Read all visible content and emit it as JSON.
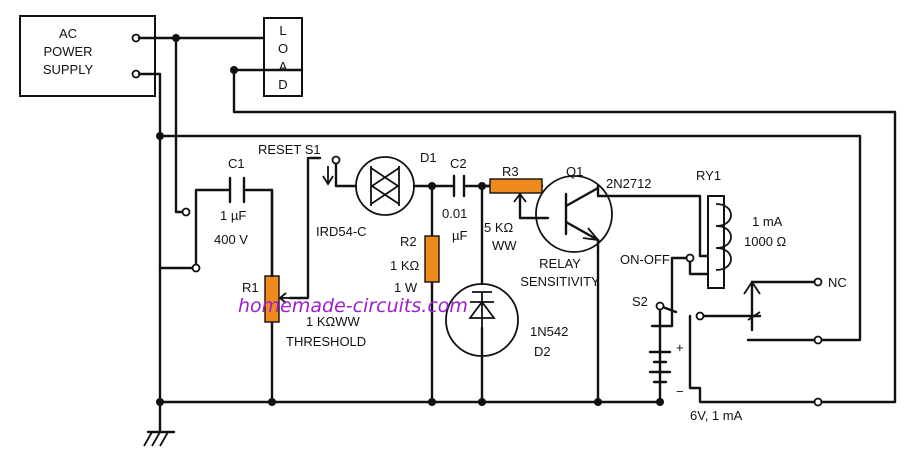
{
  "blocks": {
    "ac_supply": [
      "AC",
      "POWER",
      "SUPPLY"
    ],
    "load": [
      "L",
      "O",
      "A",
      "D"
    ]
  },
  "components": {
    "c1": {
      "ref": "C1",
      "value": "1 µF",
      "rating": "400 V"
    },
    "reset": {
      "ref": "RESET S1"
    },
    "d1": {
      "ref": "D1",
      "part": "IRD54-C"
    },
    "c2": {
      "ref": "C2",
      "value_a": "0.01",
      "value_b": "µF"
    },
    "r3": {
      "ref": "R3",
      "value": "5 KΩ",
      "type": "WW"
    },
    "q1": {
      "ref": "Q1",
      "part": "2N2712"
    },
    "ry1": {
      "ref": "RY1",
      "rating": "1 mA",
      "resistance": "1000 Ω"
    },
    "r2": {
      "ref": "R2",
      "value": "1 KΩ",
      "power": "1 W"
    },
    "r1": {
      "ref": "R1",
      "value": "1 KΩWW",
      "label": "THRESHOLD"
    },
    "d2": {
      "part": "1N542",
      "ref": "D2"
    },
    "relay_sens": [
      "RELAY",
      "SENSITIVITY"
    ],
    "s2": {
      "ref": "S2",
      "label": "ON-OFF"
    },
    "nc": {
      "label": "NC"
    },
    "battery": {
      "label": "6V, 1 mA",
      "plus": "+",
      "minus": "−"
    }
  },
  "watermark": {
    "text": "homemade-circuits.com",
    "color": "#9b1fd1"
  },
  "colors": {
    "resistor": "#f08a1c",
    "wire": "#111111"
  }
}
